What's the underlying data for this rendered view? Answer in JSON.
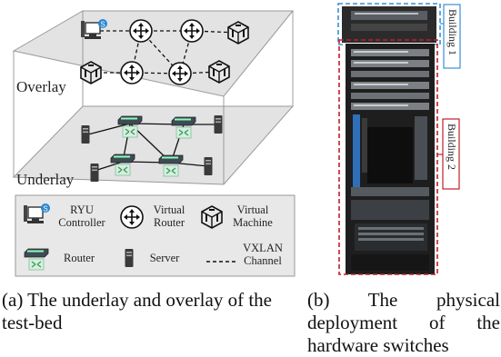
{
  "figure_a": {
    "overlay_label": "Overlay",
    "underlay_label": "Underlay",
    "ryu_badge": "S",
    "legend": {
      "ryu": [
        "RYU",
        "Controller"
      ],
      "virtual_router": [
        "Virtual",
        "Router"
      ],
      "virtual_machine": [
        "Virtual",
        "Machine"
      ],
      "router": "Router",
      "server": "Server",
      "vxlan": [
        "VXLAN",
        "Channel"
      ]
    },
    "caption": "(a) The underlay and overlay of the test-bed"
  },
  "figure_b": {
    "building1": "Building 1",
    "building2": "Building 2",
    "caption": "(b) The physical deployment of the hardware switches",
    "colors": {
      "building1": "#3a8fd6",
      "building2": "#c0202a"
    }
  }
}
